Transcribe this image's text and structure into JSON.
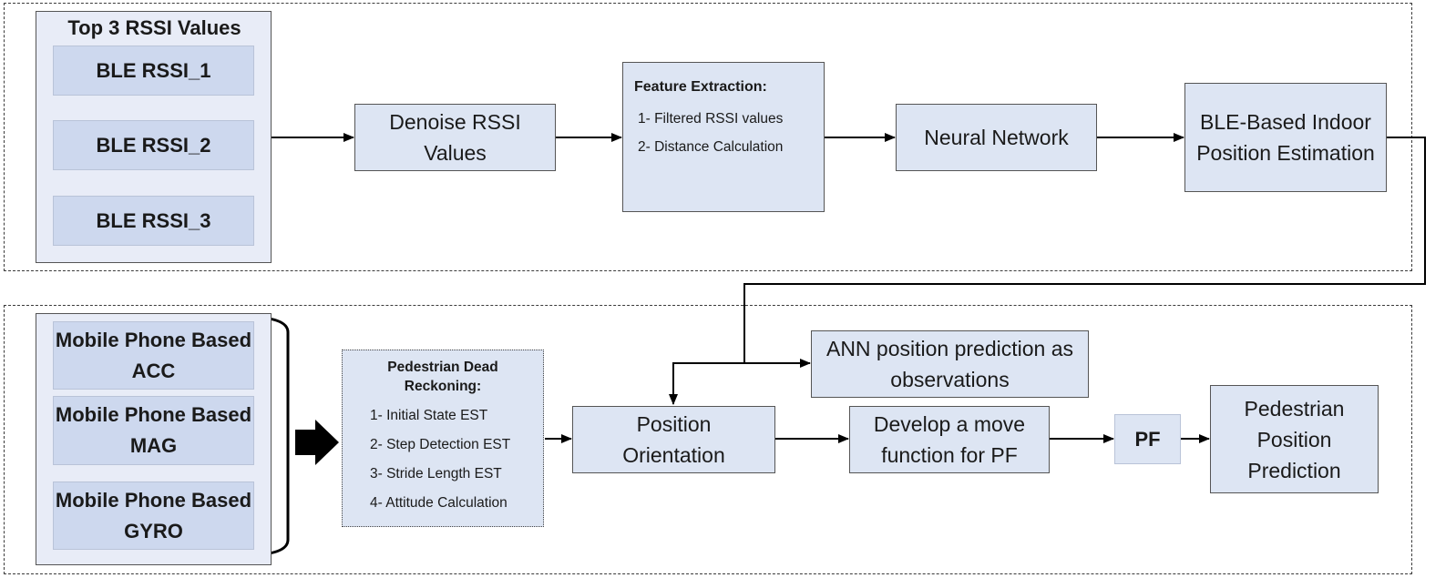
{
  "top_panel": {
    "group_title": "Top 3 RSSI Values",
    "rssi_items": [
      "BLE RSSI_1",
      "BLE RSSI_2",
      "BLE RSSI_3"
    ],
    "denoise": "Denoise RSSI Values",
    "feature_extraction": {
      "title": "Feature Extraction:",
      "items": [
        "1- Filtered RSSI values",
        "2- Distance Calculation"
      ]
    },
    "neural_network": "Neural Network",
    "ble_position": "BLE-Based Indoor Position Estimation"
  },
  "bottom_panel": {
    "sensors": [
      "Mobile Phone Based ACC",
      "Mobile Phone Based MAG",
      "Mobile Phone Based GYRO"
    ],
    "pdr": {
      "title": "Pedestrian Dead Reckoning:",
      "items": [
        "1- Initial State EST",
        "2- Step Detection EST",
        "3- Stride Length EST",
        "4- Attitude Calculation"
      ]
    },
    "position_orientation": "Position Orientation",
    "ann_observations": "ANN position prediction as observations",
    "move_function": "Develop a move function for PF",
    "pf": "PF",
    "final_prediction": "Pedestrian Position Prediction"
  },
  "colors": {
    "box_fill": "#dde5f3",
    "inner_fill": "#cdd8ee",
    "outer_fill": "#e8ecf7",
    "line": "#000000"
  }
}
